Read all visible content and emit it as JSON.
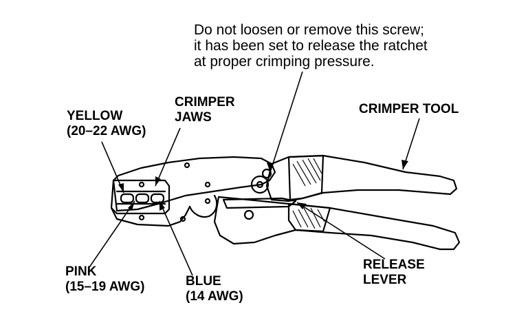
{
  "note": {
    "line1": "Do not loosen or remove this screw;",
    "line2": "it has been set to release the ratchet",
    "line3": "at proper crimping pressure."
  },
  "labels": {
    "crimper_jaws_line1": "CRIMPER",
    "crimper_jaws_line2": "JAWS",
    "yellow_line1": "YELLOW",
    "yellow_line2": "(20–22 AWG)",
    "crimper_tool": "CRIMPER TOOL",
    "pink_line1": "PINK",
    "pink_line2": "(15–19 AWG)",
    "blue_line1": "BLUE",
    "blue_line2": "(14 AWG)",
    "release_lever_line1": "RELEASE",
    "release_lever_line2": "LEVER"
  },
  "colors": {
    "ink": "#000000",
    "paper": "#ffffff"
  }
}
